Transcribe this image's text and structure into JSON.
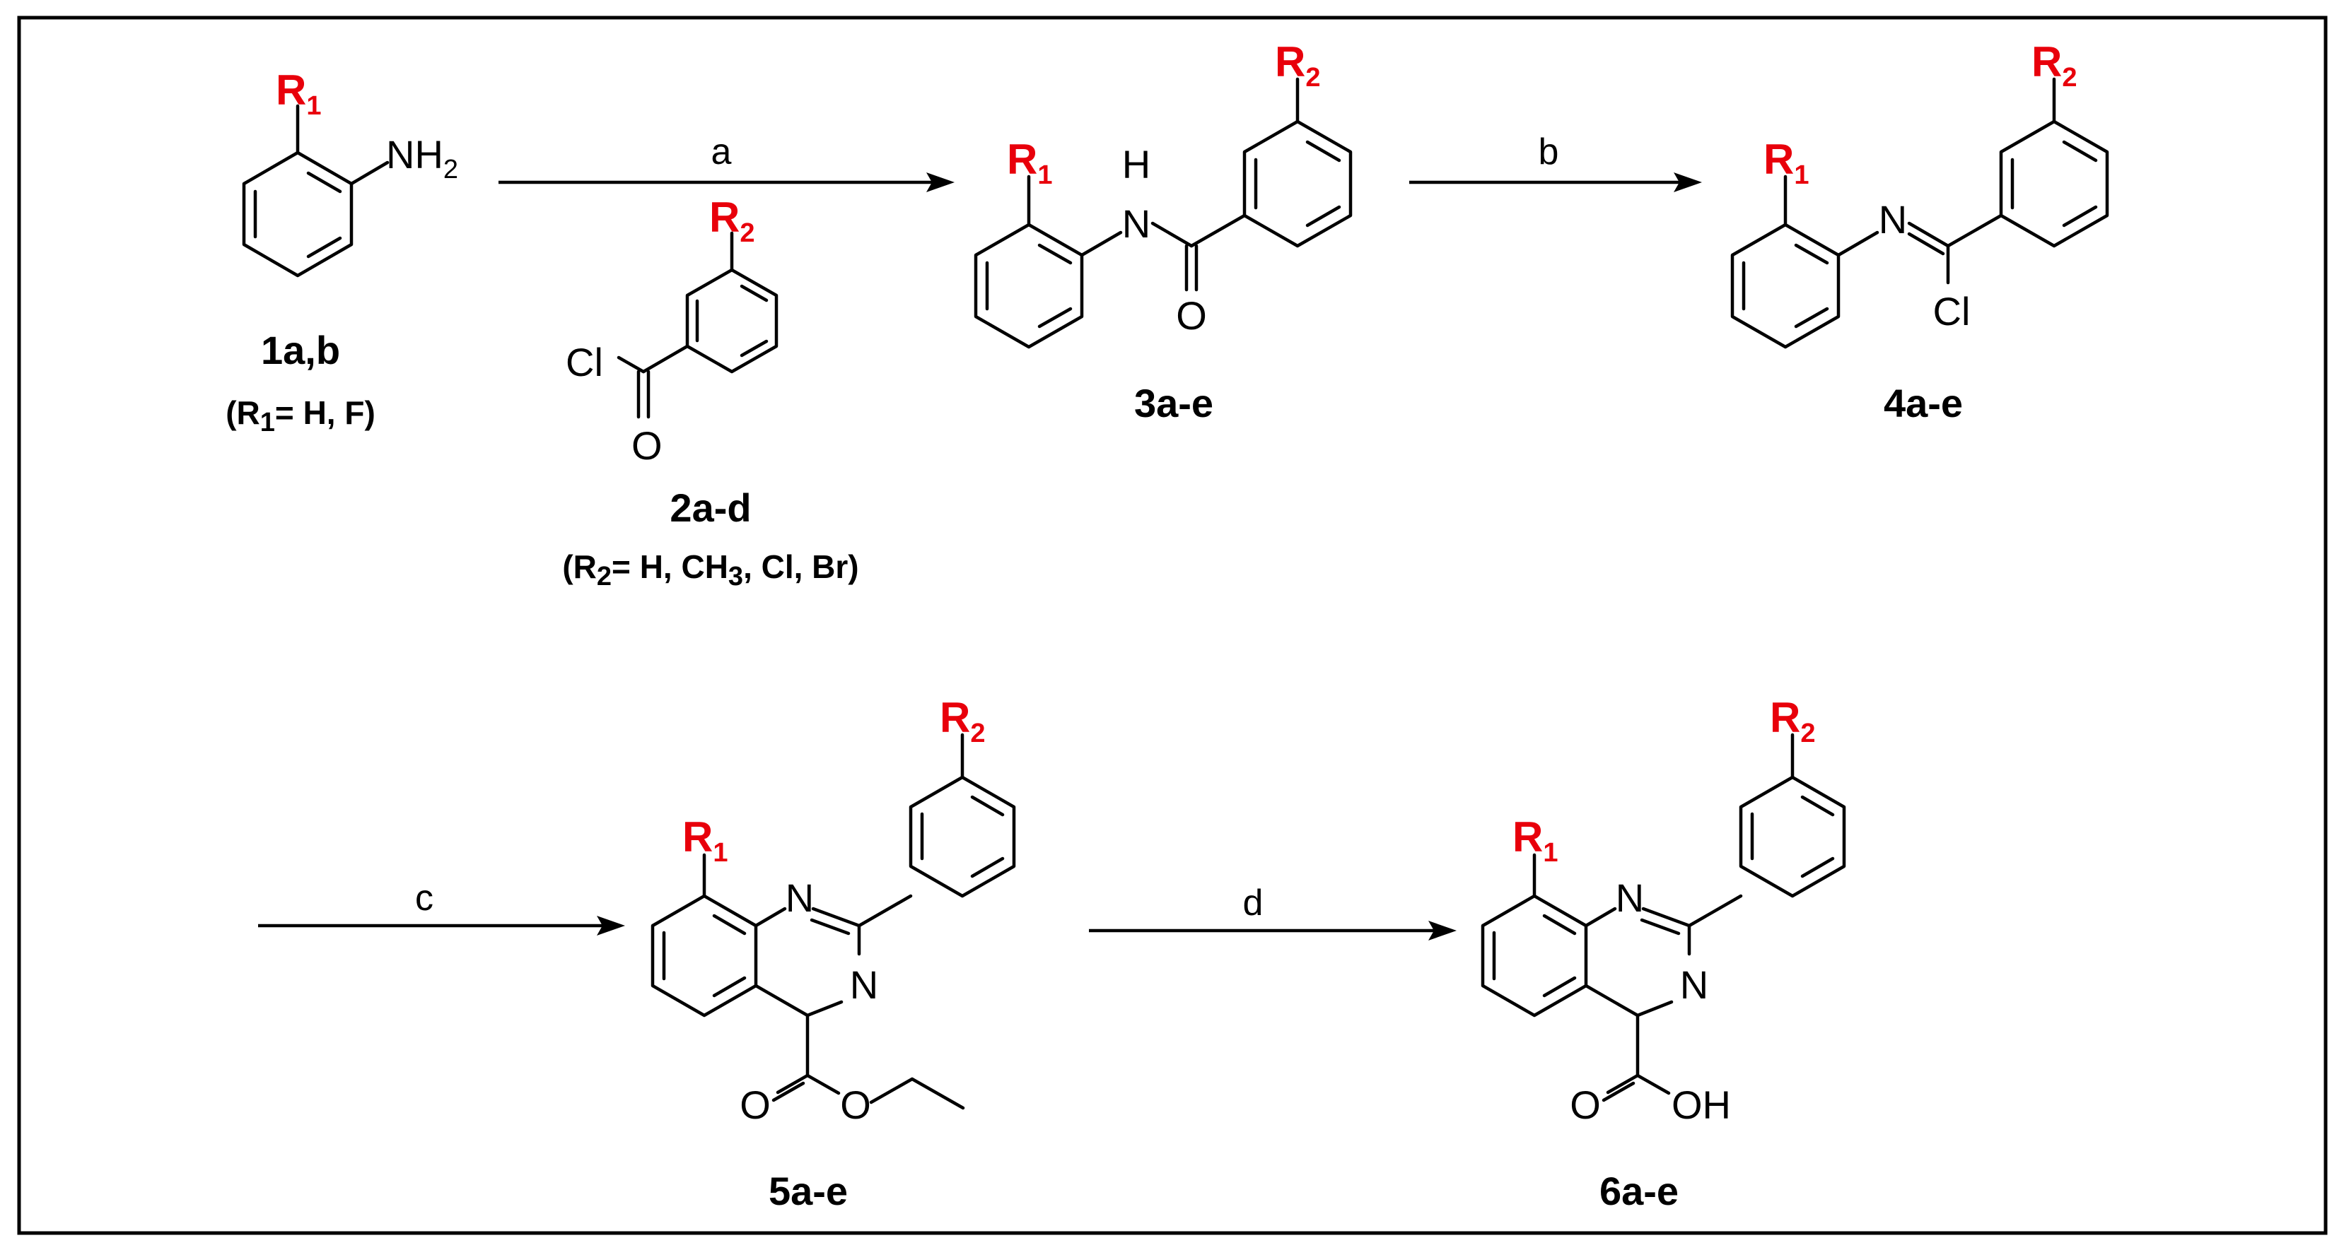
{
  "colors": {
    "r_group": "#e8000b",
    "line": "#000000",
    "background": "#ffffff"
  },
  "atoms": {
    "nh2": "NH",
    "nh2_sub": "2",
    "h": "H",
    "n": "N",
    "o": "O",
    "cl": "Cl",
    "oh": "OH"
  },
  "r_groups": {
    "r1": "R",
    "r1_sub": "1",
    "r2": "R",
    "r2_sub": "2"
  },
  "steps": {
    "a": "a",
    "b": "b",
    "c": "c",
    "d": "d"
  },
  "compounds": {
    "c1": {
      "label": "1a,b",
      "note_a": "(R",
      "note_sub": "1",
      "note_b": "= H, F)"
    },
    "c2": {
      "label": "2a-d",
      "note_a": "(R",
      "note_sub": "2",
      "note_b": "= H, CH",
      "note_sub2": "3",
      "note_c": ", Cl, Br)"
    },
    "c3": {
      "label": "3a-e"
    },
    "c4": {
      "label": "4a-e"
    },
    "c5": {
      "label": "5a-e"
    },
    "c6": {
      "label": "6a-e"
    }
  }
}
